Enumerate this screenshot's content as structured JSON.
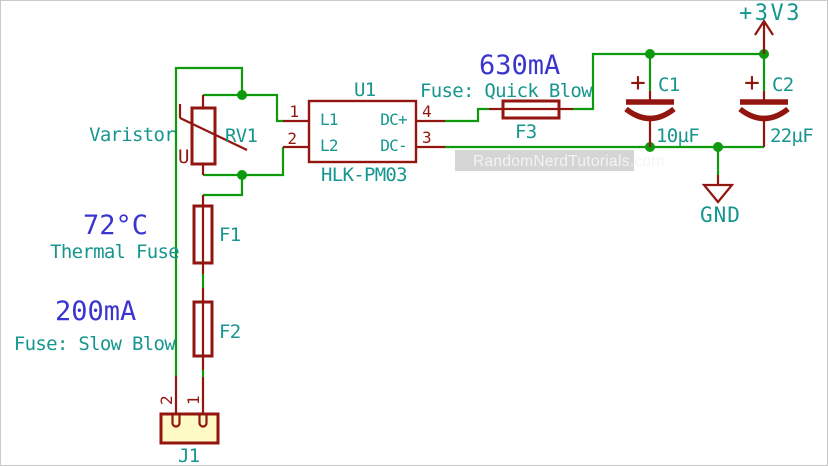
{
  "colors": {
    "canvas": "#ffffff",
    "border": "#c9c9c9",
    "wire": "#0d9a0d",
    "component": "#93150f",
    "label": "#17968f",
    "value": "#3b35cf",
    "connector_fill": "#fdfac5",
    "watermark_bg": "#cbcbcb",
    "watermark_text": "#f3f3f3"
  },
  "schematic": {
    "varistor": {
      "label": "Varistor",
      "ref": "RV1",
      "symbol": "U"
    },
    "u1": {
      "ref": "U1",
      "part": "HLK-PM03",
      "pin1": "1",
      "pin2": "2",
      "pin3": "3",
      "pin4": "4",
      "l1": "L1",
      "l2": "L2",
      "dc_plus": "DC+",
      "dc_minus": "DC-"
    },
    "f1": {
      "ref": "F1",
      "value": "72°C",
      "label": "Thermal Fuse"
    },
    "f2": {
      "ref": "F2",
      "value": "200mA",
      "label": "Fuse: Slow Blow"
    },
    "f3": {
      "ref": "F3",
      "value": "630mA",
      "label": "Fuse: Quick Blow"
    },
    "c1": {
      "ref": "C1",
      "value": "10µF",
      "polarity": "+"
    },
    "c2": {
      "ref": "C2",
      "value": "22µF",
      "polarity": "+"
    },
    "j1": {
      "ref": "J1",
      "pin1": "1",
      "pin2": "2"
    },
    "power": {
      "vcc": "+3V3",
      "gnd": "GND"
    }
  },
  "watermark": {
    "text": "RandomNerdTutorials.com"
  }
}
